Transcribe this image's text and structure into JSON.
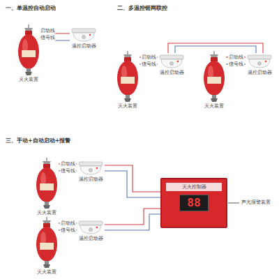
{
  "diagram": {
    "nodes": [
      {
        "text": [
          "灭火装置"
        ]
      },
      {
        "text": [
          "温控启动器"
        ]
      },
      {
        "text": [
          "灭火装置"
        ]
      },
      {
        "text": [
          "温控启动器"
        ]
      },
      {
        "text": [
          "灭火装置"
        ]
      },
      {
        "text": [
          "温控启动器"
        ]
      },
      {
        "text": [
          "灭火装置"
        ]
      },
      {
        "text": [
          "温控启动器"
        ]
      },
      {
        "text": [
          "灭火装置"
        ]
      },
      {
        "text": [
          "温控启动器"
        ]
      },
      {
        "text": [
          "灭火控制器",
          "88"
        ]
      }
    ],
    "edges": [
      {
        "from": 0,
        "to": 1,
        "label": "启动线",
        "arrow": "none"
      },
      {
        "from": 0,
        "to": 1,
        "label": "信号线",
        "arrow": "none"
      },
      {
        "from": 2,
        "to": 3,
        "label": "启动线",
        "arrow": "none"
      },
      {
        "from": 2,
        "to": 3,
        "label": "信号线",
        "arrow": "none"
      },
      {
        "from": 4,
        "to": 5,
        "label": "启动线",
        "arrow": "none"
      },
      {
        "from": 4,
        "to": 5,
        "label": "信号线",
        "arrow": "none"
      },
      {
        "from": 3,
        "to": 5,
        "arrow": "none"
      },
      {
        "from": 3,
        "to": 5,
        "arrow": "none"
      },
      {
        "from": 6,
        "to": 7,
        "label": "启动线",
        "arrow": "none"
      },
      {
        "from": 6,
        "to": 7,
        "label": "信号线",
        "arrow": "none"
      },
      {
        "from": 8,
        "to": 9,
        "label": "启动线",
        "arrow": "none"
      },
      {
        "from": 8,
        "to": 9,
        "label": "信号线",
        "arrow": "none"
      },
      {
        "from": 7,
        "to": 10,
        "arrow": "none"
      },
      {
        "from": 7,
        "to": 10,
        "arrow": "none"
      },
      {
        "from": 9,
        "to": 10,
        "arrow": "none"
      },
      {
        "from": 9,
        "to": 10,
        "arrow": "none"
      }
    ],
    "labels": [
      "一、单温控自动启动",
      "二、多温控链网联控",
      "三、手动+自动启动+报警",
      "声光报警装置"
    ]
  }
}
